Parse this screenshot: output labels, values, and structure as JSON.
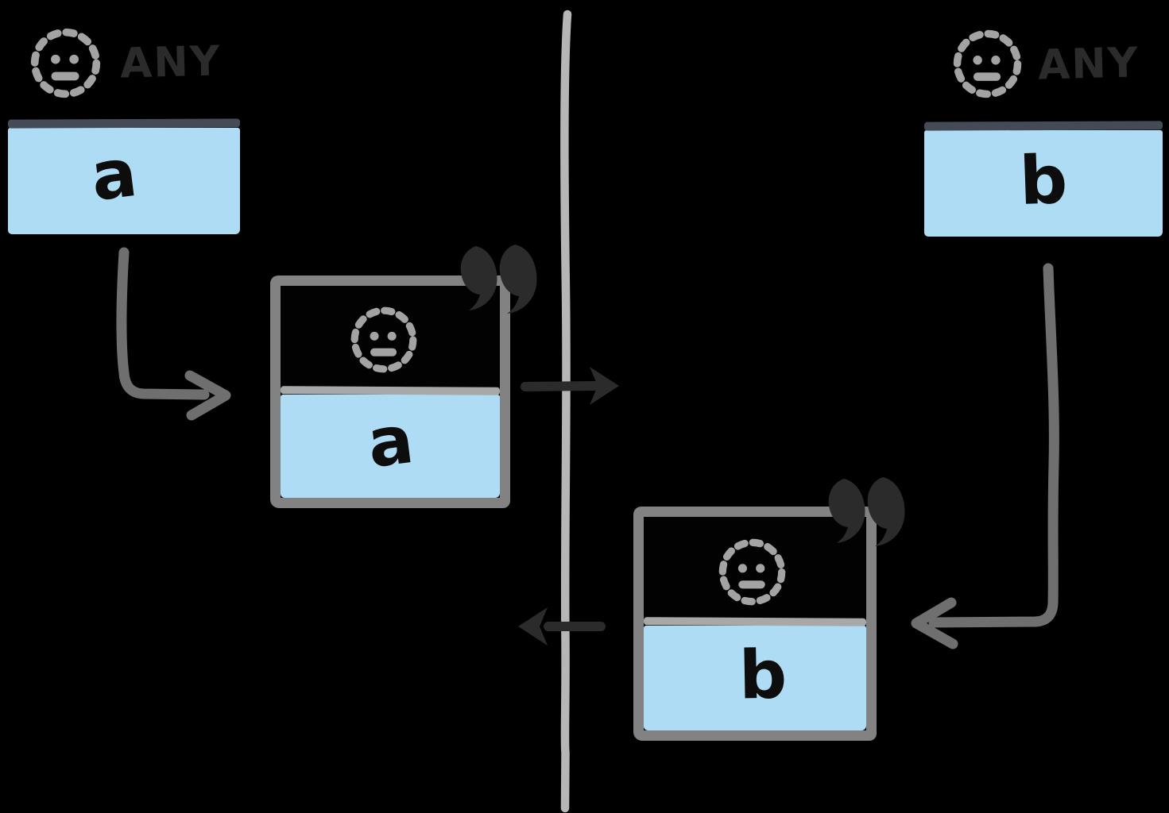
{
  "colors": {
    "background": "#000000",
    "value_fill": "#afdcf5",
    "ink": "#2b2b2b",
    "letter_ink": "#0d0d0d",
    "gray_arrow": "#6f6f6f",
    "copy_box_border": "#828282",
    "source_type_divider": "#454b56",
    "copy_type_divider": "#a8a8a8",
    "smiley_gray": "#a3a3a3",
    "boundary_line": "#b6b6b6"
  },
  "left_scope": {
    "source_box": {
      "type_label": "ANY",
      "value": "a"
    },
    "copy_box": {
      "value": "a"
    }
  },
  "right_scope": {
    "source_box": {
      "type_label": "ANY",
      "value": "b"
    },
    "copy_box": {
      "value": "b"
    }
  },
  "icons": {
    "any_type": "dashed-smiley-face",
    "serialized_marker": "double-quote-marks",
    "boundary": "vertical-gray-line",
    "scope_arrow": "gray-elbow-arrow",
    "transfer_arrow": "dark-horizontal-arrow"
  }
}
